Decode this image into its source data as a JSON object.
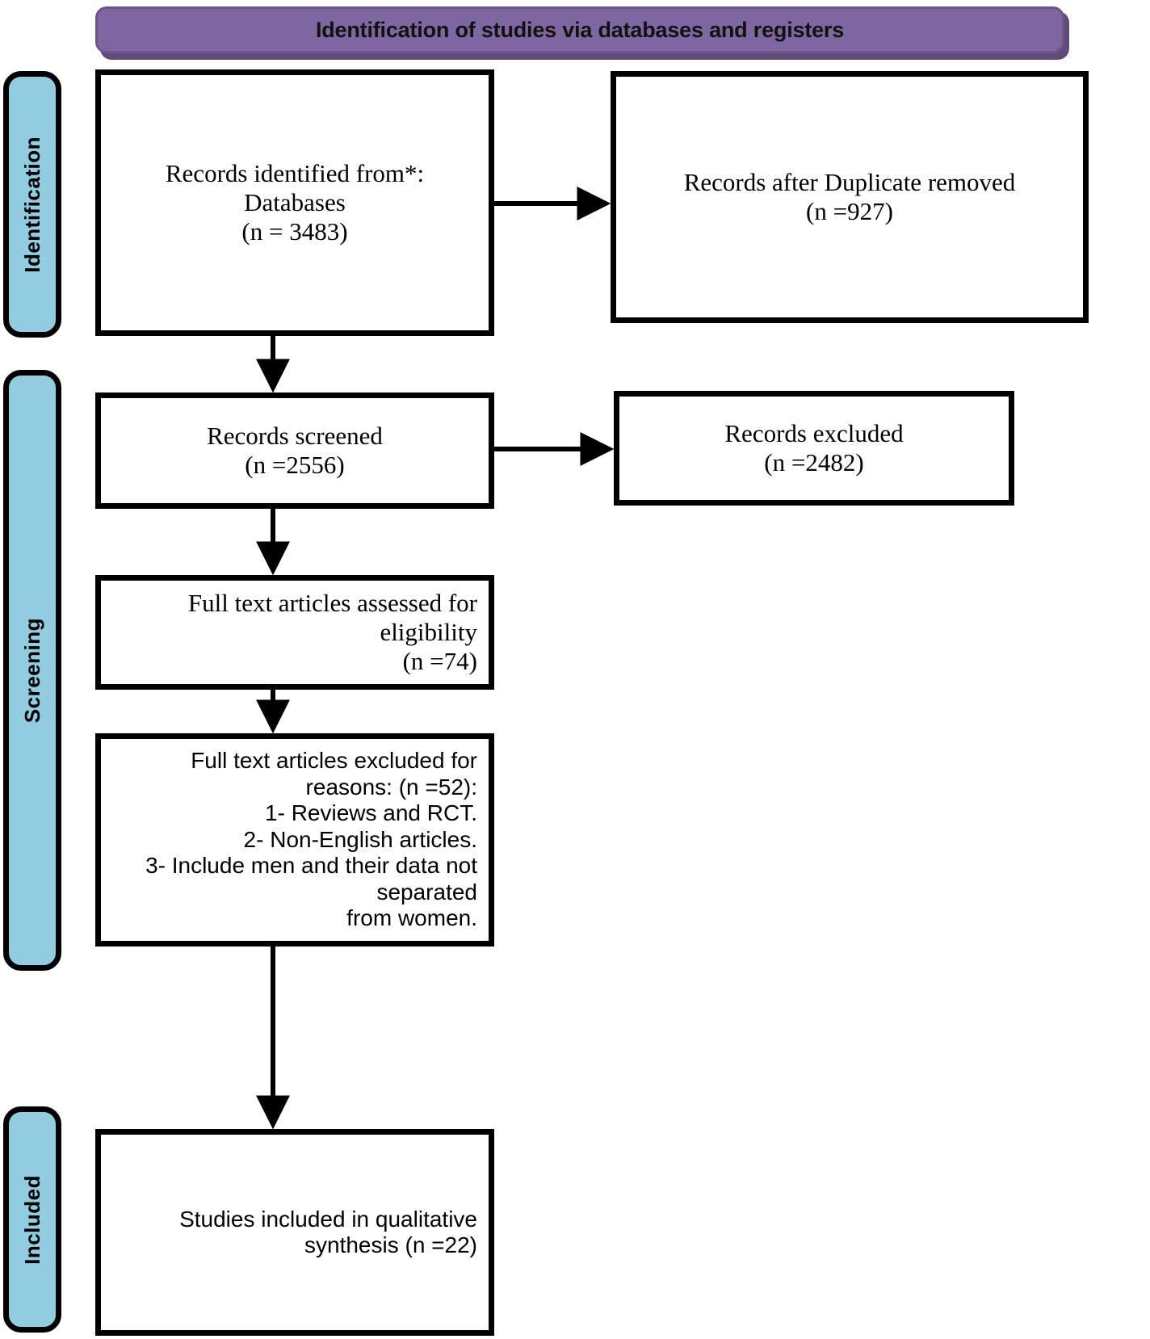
{
  "diagram": {
    "title": "Identification of studies via databases and registers",
    "colors": {
      "banner": "#7E66A0",
      "banner_border": "#6B5589",
      "stage": "#91CCE0",
      "outline": "#000000",
      "background": "#FFFFFF"
    }
  },
  "stages": [
    {
      "id": "identification",
      "label": "Identification"
    },
    {
      "id": "screening",
      "label": "Screening"
    },
    {
      "id": "included",
      "label": "Included"
    }
  ],
  "boxes": {
    "identified": {
      "line1": "Records identified from*:",
      "line2": "Databases",
      "line3": "(n = 3483)"
    },
    "duplicates": {
      "line1": "Records after Duplicate removed",
      "line2": "(n =927)"
    },
    "screened": {
      "line1": "Records screened",
      "line2": "(n =2556)"
    },
    "excluded": {
      "line1": "Records excluded",
      "line2": "(n =2482)"
    },
    "fulltext": {
      "line1": "Full text articles assessed for",
      "line2": "eligibility",
      "line3": "(n =74)"
    },
    "reasons": {
      "line1": "Full text articles excluded for",
      "line2": "reasons: (n =52):",
      "line3": "1- Reviews and RCT.",
      "line4": "2- Non-English articles.",
      "line5": "3- Include men and their data not",
      "line6": "separated",
      "line7": "from women."
    },
    "included": {
      "line1": "Studies included in qualitative",
      "line2": "synthesis (n =22)"
    }
  },
  "connectors": [
    {
      "id": "identified-to-duplicates",
      "from": "identified",
      "to": "duplicates",
      "direction": "right"
    },
    {
      "id": "identified-to-screened",
      "from": "identified",
      "to": "screened",
      "direction": "down"
    },
    {
      "id": "screened-to-excluded",
      "from": "screened",
      "to": "excluded",
      "direction": "right"
    },
    {
      "id": "screened-to-fulltext",
      "from": "screened",
      "to": "fulltext",
      "direction": "down"
    },
    {
      "id": "fulltext-to-reasons",
      "from": "fulltext",
      "to": "reasons",
      "direction": "down"
    },
    {
      "id": "reasons-to-included",
      "from": "reasons",
      "to": "included",
      "direction": "down"
    }
  ]
}
